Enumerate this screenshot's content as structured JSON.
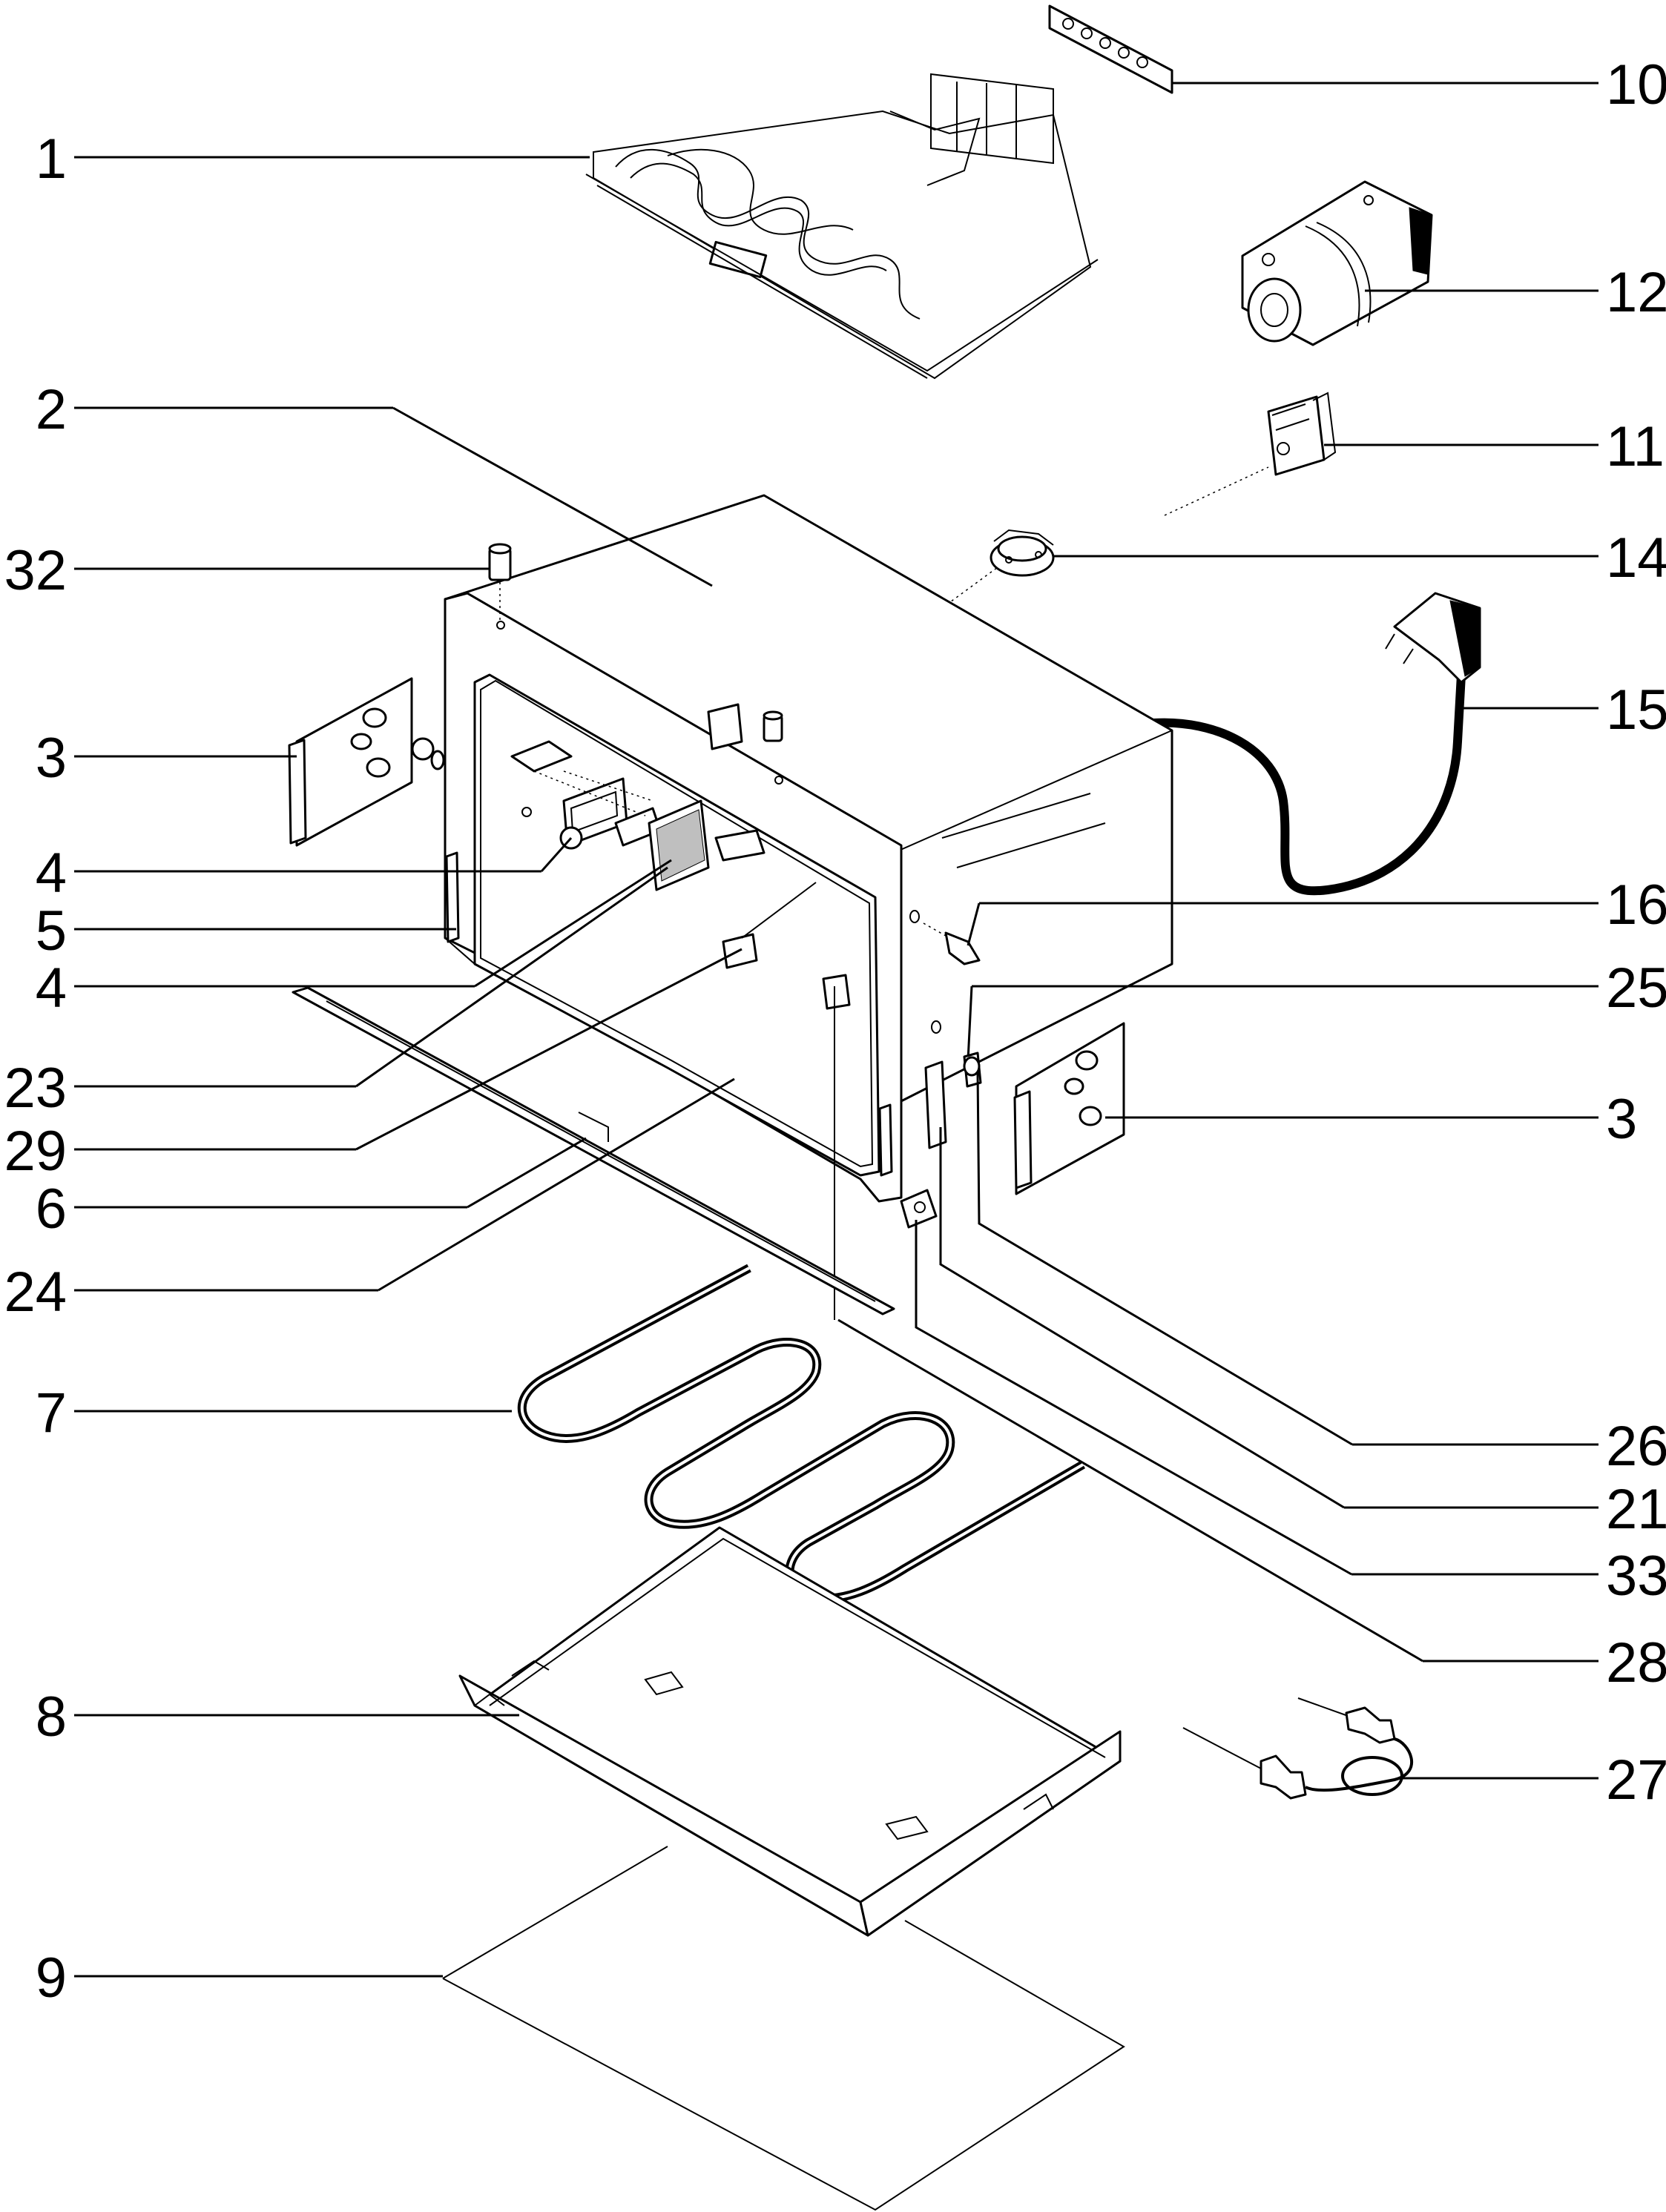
{
  "diagram": {
    "type": "exploded-parts-diagram",
    "callouts": [
      {
        "id": "c1",
        "label": "1"
      },
      {
        "id": "c2",
        "label": "2"
      },
      {
        "id": "c32",
        "label": "32"
      },
      {
        "id": "c3a",
        "label": "3"
      },
      {
        "id": "c4a",
        "label": "4"
      },
      {
        "id": "c5",
        "label": "5"
      },
      {
        "id": "c4b",
        "label": "4"
      },
      {
        "id": "c23",
        "label": "23"
      },
      {
        "id": "c29",
        "label": "29"
      },
      {
        "id": "c6",
        "label": "6"
      },
      {
        "id": "c24",
        "label": "24"
      },
      {
        "id": "c7",
        "label": "7"
      },
      {
        "id": "c8",
        "label": "8"
      },
      {
        "id": "c9",
        "label": "9"
      },
      {
        "id": "c10",
        "label": "10"
      },
      {
        "id": "c12",
        "label": "12"
      },
      {
        "id": "c11",
        "label": "11"
      },
      {
        "id": "c14",
        "label": "14"
      },
      {
        "id": "c15",
        "label": "15"
      },
      {
        "id": "c16",
        "label": "16"
      },
      {
        "id": "c25",
        "label": "25"
      },
      {
        "id": "c3b",
        "label": "3"
      },
      {
        "id": "c26",
        "label": "26"
      },
      {
        "id": "c21",
        "label": "21"
      },
      {
        "id": "c33",
        "label": "33"
      },
      {
        "id": "c28",
        "label": "28"
      },
      {
        "id": "c27",
        "label": "27"
      }
    ]
  }
}
